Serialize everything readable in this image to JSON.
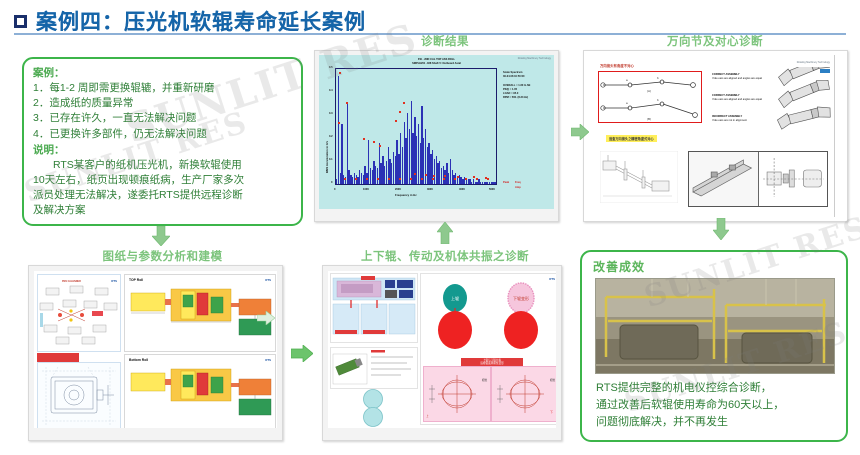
{
  "title": {
    "bullet": "square-bullet",
    "text": "案例四：压光机软辊寿命延长案例"
  },
  "case_box": {
    "heading": "案例：",
    "items": [
      "1．每1-2 周即需更换辊辘，并重新研磨",
      "2．造成纸的质量异常",
      "3．已存在许久，一直无法解决问题",
      "4．已更换许多部件，仍无法解决问题"
    ],
    "note_heading": "说明：",
    "note_lines": [
      "RTS某客户的纸机压光机，新换软辊使用",
      "10天左右，纸页出现顿痕纸病，生产厂家多次",
      "派员处理无法解决，遂委托RTS提供远程诊断",
      "及解决方案"
    ]
  },
  "sections": {
    "diagnosis_result": "诊断结果",
    "universal_joint": "万向节及对心诊断",
    "drawing_modeling": "图纸与参数分析和建模",
    "roll_resonance": "上下辊、传动及机体共振之诊断",
    "improvement": "改善成效"
  },
  "improvement": {
    "lines": [
      "RTS提供完整的机电仪控综合诊断，",
      "通过改善后软辊使用寿命为60天以上，",
      "问题彻底解决，并不再发生"
    ]
  },
  "chart_data": {
    "type": "bar",
    "title": "FSI - 2ND CAL TOP ASS ROLL",
    "subtitle": "SMPLE201 -038  Shaft V: Outboard Axial",
    "xlabel": "Frequency in Hz",
    "ylabel": "RMS Acceleration in G's",
    "xlim": [
      0,
      5000
    ],
    "ylim": [
      0,
      0.5
    ],
    "xticks": [
      "0",
      "1000",
      "2000",
      "3000",
      "4000",
      "5000"
    ],
    "yticks": [
      "0.5",
      "0.4",
      "0.3",
      "0.2",
      "0.1",
      "0"
    ],
    "grid": false,
    "legend": "Scale Spectrum",
    "annotation_lines": [
      "Scale Spectrum",
      "30-04-08   10:50:00",
      "OVERALL = 1.60 G-SE",
      "PK(I) = 1.05",
      "LOAD = 95.0",
      "RPM = 500. (8.33 Hz)"
    ],
    "markers": [
      "Peak",
      "Freq",
      "Amp"
    ],
    "peaks": [
      {
        "freq": 110,
        "amp": 0.475
      },
      {
        "freq": 95,
        "amp": 0.255
      },
      {
        "freq": 330,
        "amp": 0.345
      },
      {
        "freq": 880,
        "amp": 0.185
      },
      {
        "freq": 1180,
        "amp": 0.175
      },
      {
        "freq": 1390,
        "amp": 0.155
      },
      {
        "freq": 1880,
        "amp": 0.265
      },
      {
        "freq": 2130,
        "amp": 0.345
      },
      {
        "freq": 1990,
        "amp": 0.305
      },
      {
        "freq": 2480,
        "amp": 0.035
      },
      {
        "freq": 2800,
        "amp": 0.03
      },
      {
        "freq": 3050,
        "amp": 0.028
      },
      {
        "freq": 3400,
        "amp": 0.025
      },
      {
        "freq": 3800,
        "amp": 0.022
      },
      {
        "freq": 4300,
        "amp": 0.02
      },
      {
        "freq": 4700,
        "amp": 0.018
      }
    ],
    "values": [
      0.02,
      0.47,
      0.05,
      0.26,
      0.04,
      0.03,
      0.35,
      0.06,
      0.04,
      0.03,
      0.05,
      0.04,
      0.03,
      0.06,
      0.05,
      0.04,
      0.08,
      0.05,
      0.19,
      0.07,
      0.06,
      0.1,
      0.08,
      0.07,
      0.18,
      0.09,
      0.12,
      0.08,
      0.1,
      0.16,
      0.11,
      0.09,
      0.14,
      0.12,
      0.19,
      0.13,
      0.22,
      0.16,
      0.27,
      0.2,
      0.31,
      0.24,
      0.36,
      0.22,
      0.29,
      0.21,
      0.26,
      0.18,
      0.34,
      0.2,
      0.24,
      0.16,
      0.18,
      0.13,
      0.15,
      0.11,
      0.12,
      0.09,
      0.1,
      0.07,
      0.08,
      0.06,
      0.09,
      0.05,
      0.11,
      0.06,
      0.04,
      0.05,
      0.03,
      0.04,
      0.03,
      0.02,
      0.03,
      0.02,
      0.02,
      0.02,
      0.01,
      0.02,
      0.01,
      0.01,
      0.02,
      0.01,
      0.01,
      0.01,
      0.01,
      0.01,
      0.01,
      0.01,
      0.01,
      0.01
    ]
  },
  "universal_joint": {
    "header": "万向接头有角度不对心",
    "entries": [
      {
        "title": "CORRECT ASSEMBLY",
        "desc": "Yoke ears are aligned and angles are equal"
      },
      {
        "title": "CORRECT ASSEMBLY",
        "desc": "Yoke ears are aligned and angles are equal"
      },
      {
        "title": "INCORRECT ASSEMBLY",
        "desc": "Yoke ears are not in alignment"
      }
    ],
    "callout": "追查万向接头之精密角度式对心",
    "brand": "Rotating Machinery Technology"
  },
  "drawing_panel": {
    "labels": [
      "TOP Roll",
      "Bottom Roll",
      "Shaft Drawing of Bottom Roll",
      "PM1 CALENDER"
    ],
    "brand": "RTS"
  },
  "colors": {
    "title_blue": "#1565a9",
    "green_border": "#3cb54a",
    "caption_green": "#7cc47c",
    "text_green": "#2f7f37",
    "arrow_green": "#8fcf8f",
    "spectrum_bg": "#bfe8e8",
    "spectrum_bar": "#2b31b5",
    "peak_red": "#e03020"
  },
  "watermark": "SUNLIT RES"
}
